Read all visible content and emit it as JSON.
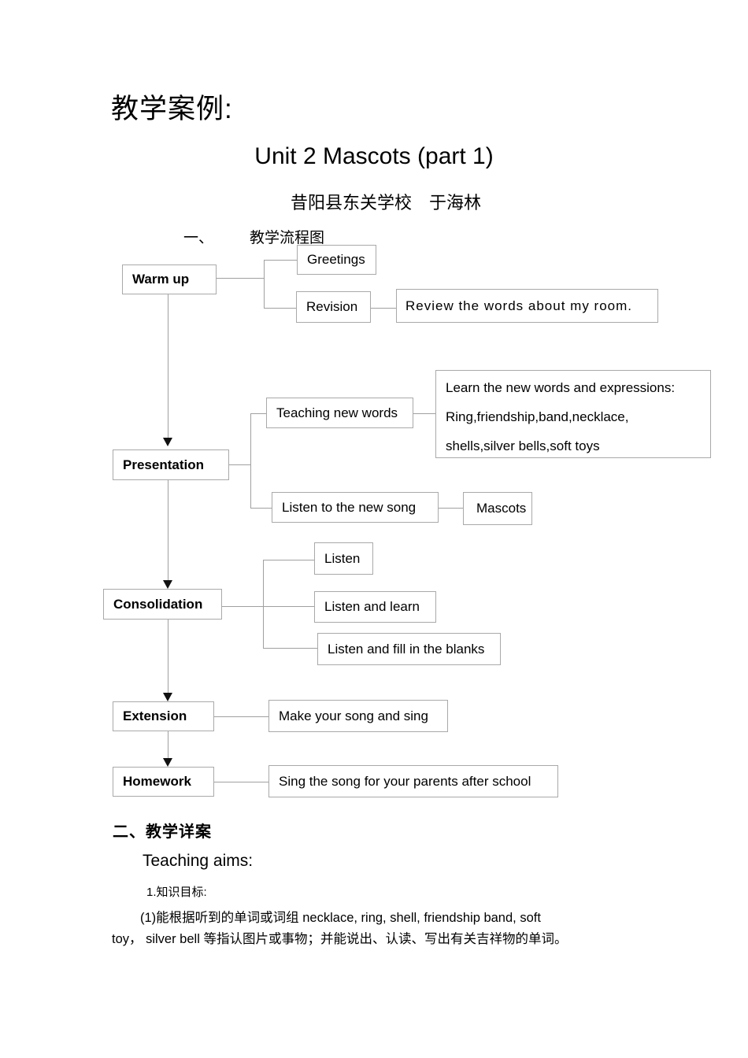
{
  "header": {
    "doc_label": "教学案例:",
    "unit_title": "Unit 2 Mascots (part 1)",
    "byline": "昔阳县东关学校　于海林",
    "section1_number": "一、",
    "section1_title": "教学流程图"
  },
  "flowchart": {
    "warm_up": "Warm up",
    "greetings": "Greetings",
    "revision": "Revision",
    "review": "Review the words about my room.",
    "presentation": "Presentation",
    "teaching_new_words": "Teaching new words",
    "learn_line1": "Learn the new words and expressions:",
    "learn_line2": "Ring,friendship,band,necklace,",
    "learn_line3": "shells,silver bells,soft toys",
    "listen_to_song": "Listen to the new song",
    "mascots": "Mascots",
    "consolidation": "Consolidation",
    "listen": "Listen",
    "listen_and_learn": "Listen and learn",
    "listen_and_fill": "Listen and fill in the blanks",
    "extension": "Extension",
    "make_song": "Make your song and sing",
    "homework": "Homework",
    "sing_song": "Sing the song for your parents after school"
  },
  "section2": {
    "title": "二、教学详案",
    "teaching_aims": "Teaching aims:",
    "knowledge_goal": "1.知识目标:",
    "item1_line1": "(1)能根据听到的单词或词组 necklace, ring, shell, friendship band, soft",
    "item1_line2": "toy， silver bell 等指认图片或事物；并能说出、认读、写出有关吉祥物的单词。"
  },
  "colors": {
    "background": "#ffffff",
    "text": "#000000",
    "box_border": "#a9a9a9",
    "connector_line": "#a0a0a0",
    "arrowhead": "#111111"
  }
}
